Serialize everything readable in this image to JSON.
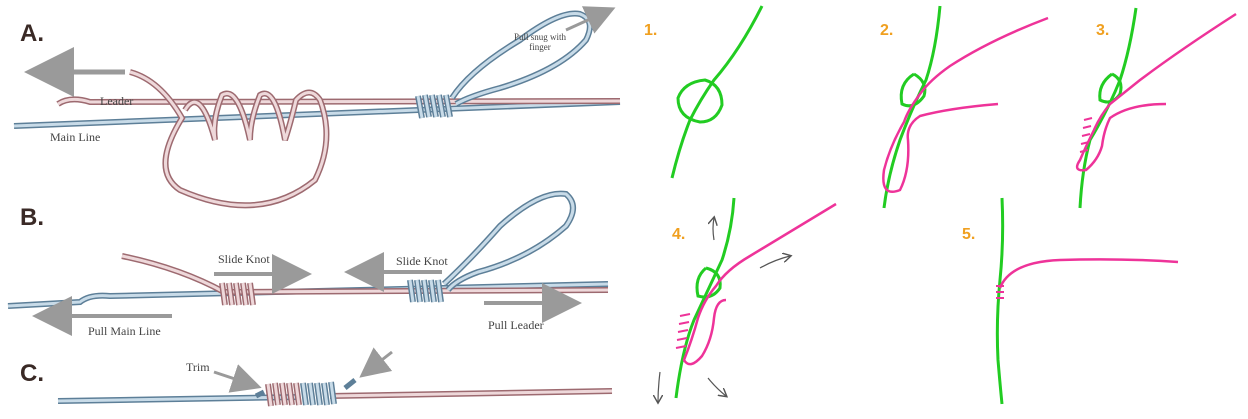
{
  "left_diagram": {
    "steps": {
      "a": "A.",
      "b": "B.",
      "c": "C."
    },
    "labels": {
      "leader": "Leader",
      "main_line": "Main Line",
      "pull_snug": "Pull snug with finger",
      "slide_knot_left": "Slide Knot",
      "slide_knot_right": "Slide Knot",
      "pull_main_line": "Pull Main Line",
      "pull_leader": "Pull Leader",
      "trim": "Trim"
    },
    "colors": {
      "main_line": "#7f9fb5",
      "leader": "#c99ea2",
      "arrow": "#9a9a9a",
      "step_label": "#3a2a26"
    }
  },
  "right_diagram": {
    "steps": [
      "1.",
      "2.",
      "3.",
      "4.",
      "5."
    ],
    "colors": {
      "main_line": "#22cc22",
      "leader": "#ee3399",
      "step_number": "#f0a020",
      "arrow": "#555555"
    }
  }
}
